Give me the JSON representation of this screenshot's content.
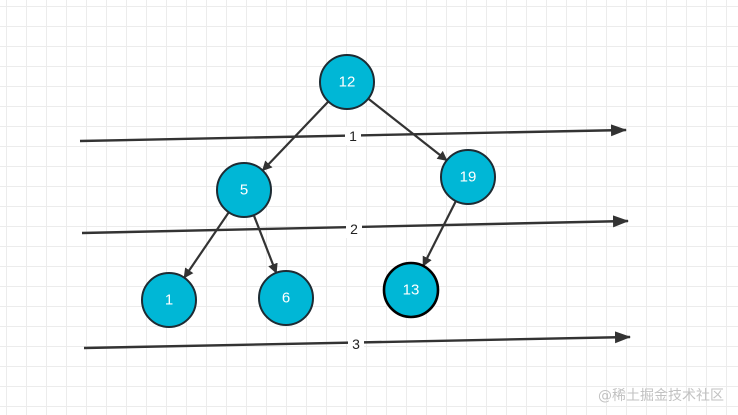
{
  "diagram": {
    "type": "binary-tree-level-order",
    "colors": {
      "node_fill": "#00b7d6",
      "node_stroke": "#1d2b33",
      "line": "#333333",
      "label_text": "#ffffff"
    },
    "nodes": [
      {
        "id": "n12",
        "label": "12"
      },
      {
        "id": "n5",
        "label": "5"
      },
      {
        "id": "n19",
        "label": "19"
      },
      {
        "id": "n1",
        "label": "1"
      },
      {
        "id": "n6",
        "label": "6"
      },
      {
        "id": "n13",
        "label": "13"
      }
    ],
    "edges": [
      {
        "from": "n12",
        "to": "n5"
      },
      {
        "from": "n12",
        "to": "n19"
      },
      {
        "from": "n5",
        "to": "n1"
      },
      {
        "from": "n5",
        "to": "n6"
      },
      {
        "from": "n19",
        "to": "n13"
      }
    ],
    "levels": [
      {
        "label": "1"
      },
      {
        "label": "2"
      },
      {
        "label": "3"
      }
    ]
  },
  "watermark": "@稀土掘金技术社区"
}
